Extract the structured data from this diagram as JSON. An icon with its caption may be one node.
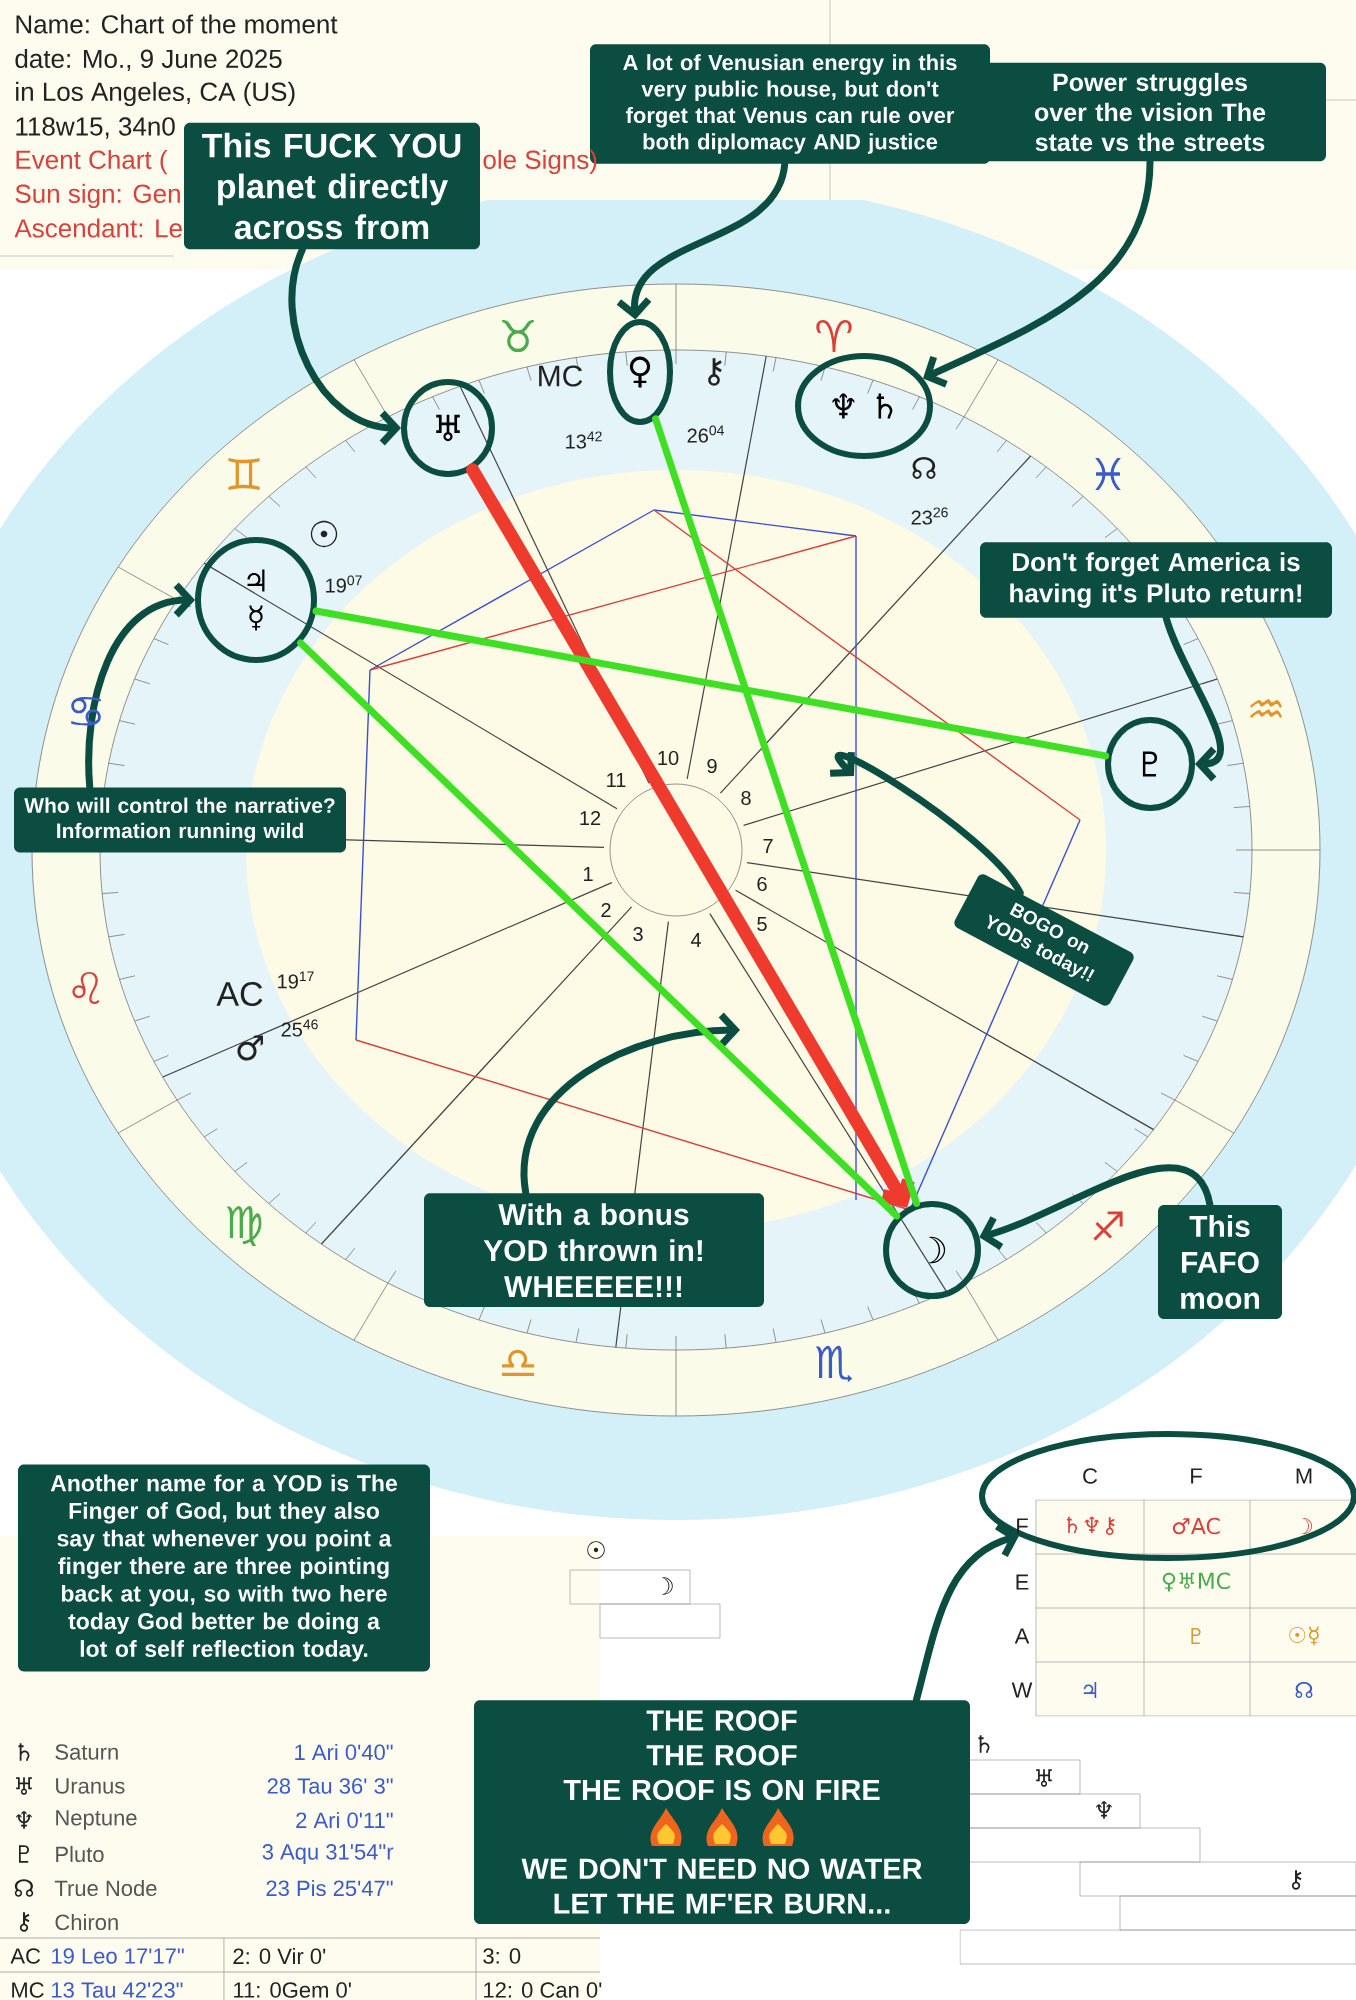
{
  "diagram": {
    "nodes": [
      {
        "text": [
          "This FUCK YOU planet directly across from"
        ]
      },
      {
        "text": [
          "A lot of Venusian energy in this very public house, but don't forget that Venus can rule over both diplomacy AND justice"
        ]
      },
      {
        "text": [
          "Power struggles over the vision The state vs the streets"
        ]
      },
      {
        "text": [
          "Don't forget America is having it's Pluto return!"
        ]
      },
      {
        "text": [
          "Who will control the narrative? Information running wild"
        ]
      },
      {
        "text": [
          "BOGO on YODs today!!"
        ]
      },
      {
        "text": [
          "With a bonus YOD thrown in! WHEEEEE!!!"
        ]
      },
      {
        "text": [
          "This FAFO moon"
        ]
      },
      {
        "text": [
          "Another name for a YOD is The Finger of God, but they also say that whenever you point a finger there are three pointing back at you, so with two here today God better be doing a lot of self reflection today."
        ]
      },
      {
        "text": [
          "THE ROOF",
          "THE ROOF",
          "THE ROOF IS ON FIRE",
          "WE DON'T NEED NO WATER",
          "LET THE MF'ER BURN..."
        ]
      },
      {
        "text": [
          "♅"
        ]
      },
      {
        "text": [
          "♀"
        ]
      },
      {
        "text": [
          "♆ ♄"
        ]
      },
      {
        "text": [
          "♃",
          "☿"
        ]
      },
      {
        "text": [
          "♇"
        ]
      },
      {
        "text": [
          "☽"
        ]
      },
      {
        "text": [],
        "shape": "circle"
      }
    ],
    "edges": [
      {
        "from": 0,
        "to": 10,
        "arrow": "to"
      },
      {
        "from": 1,
        "to": 11,
        "arrow": "to"
      },
      {
        "from": 2,
        "to": 12,
        "arrow": "to"
      },
      {
        "from": 3,
        "to": 14,
        "arrow": "to"
      },
      {
        "from": 4,
        "to": 13,
        "arrow": "to"
      },
      {
        "from": 5,
        "to": null,
        "arrow": "to"
      },
      {
        "from": 6,
        "to": null,
        "arrow": "to"
      },
      {
        "from": 7,
        "to": 15,
        "arrow": "to"
      },
      {
        "from": 9,
        "to": 16,
        "arrow": "to"
      },
      {
        "from": 10,
        "to": 15,
        "arrow": "to",
        "style": "thick",
        "color": "#ee3b2e"
      },
      {
        "from": 11,
        "to": 15,
        "arrow": "none",
        "color": "#3fe024"
      },
      {
        "from": 13,
        "to": 15,
        "arrow": "none",
        "color": "#3fe024"
      },
      {
        "from": 13,
        "to": 14,
        "arrow": "none",
        "color": "#3fe024"
      }
    ],
    "labels": [
      "Name: Chart of the moment",
      "date: Mo., 9 June 2025",
      "in Los Angeles, CA (US)",
      "118w15, 34n0",
      "Event Chart (",
      "ole Signs)",
      "Sun sign: Gen",
      "Ascendant: Le",
      "♉",
      "♈",
      "♓",
      "♒",
      "♐",
      "♎",
      "♏",
      "♍",
      "♌",
      "♋",
      "♊",
      "MC",
      "⚷",
      "13$^{42}$",
      "26$^{04}$",
      "☊",
      "23$^{26}$",
      "☉",
      "19$^{07}$",
      "AC",
      "19$^{17}$",
      "♂",
      "25$^{46}$",
      "10",
      "9",
      "11",
      "8",
      "12",
      "7",
      "1",
      "6",
      "2",
      "5",
      "3",
      "4",
      "♄",
      "Saturn",
      "1 Ari  0'40\"",
      "♅",
      "Uranus",
      "28 Tau 36' 3\"",
      "♆",
      "Neptune",
      "2 Ari  0'11\"",
      "♇",
      "Pluto",
      "3 Aqu 31'54\"r",
      "☊",
      "True Node",
      "23 Pis 25'47\"",
      "⚷",
      "Chiron",
      "AC",
      "19 Leo 17'17\"",
      "2:  0 Vir   0'",
      "3:  0",
      "MC",
      "13 Tau 42'23\"",
      "11:  0Gem  0'",
      "12:  0 Can  0'",
      "C",
      "F",
      "M",
      "F",
      "♄♆⚷",
      "♂AC",
      "☽",
      "E",
      "♀♅MC",
      "A",
      "♇",
      "☉☿",
      "W",
      "♃",
      "☊",
      "☉",
      "☽",
      "♄",
      "♅",
      "♆",
      "⚷"
    ]
  }
}
